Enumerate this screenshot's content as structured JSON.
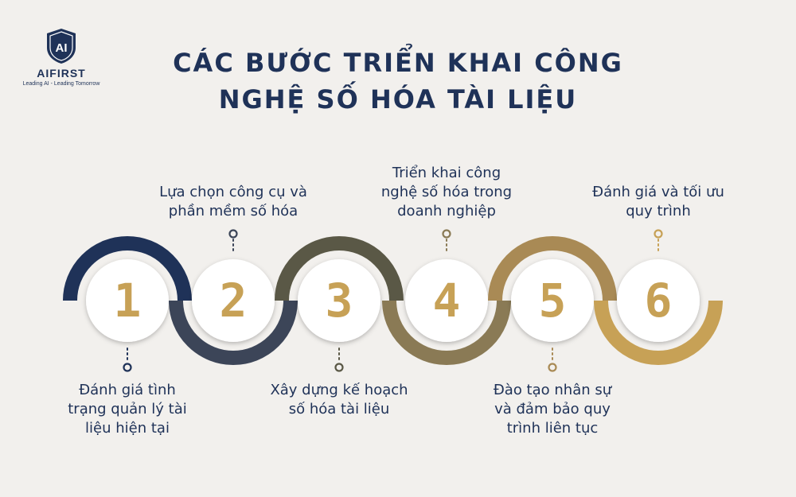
{
  "logo": {
    "mark": "AI",
    "name": "AIFIRST",
    "tagline": "Leading AI - Leading Tomorrow"
  },
  "title": {
    "line1": "CÁC BƯỚC TRIỂN KHAI CÔNG",
    "line2": "NGHỆ SỐ HÓA TÀI LIỆU"
  },
  "colors": {
    "navy": "#1f3258",
    "slate": "#3c4558",
    "olive": "#5a5846",
    "khaki": "#8a7a55",
    "tan": "#a98a55",
    "gold": "#c7a156",
    "background": "#f2f0ed"
  },
  "steps": [
    {
      "number": "1",
      "lines": [
        "Đánh giá tình",
        "trạng quản lý tài",
        "liệu hiện tại"
      ]
    },
    {
      "number": "2",
      "lines": [
        "Lựa chọn công cụ và",
        "phần mềm số hóa"
      ]
    },
    {
      "number": "3",
      "lines": [
        "Xây dựng kế hoạch",
        "số hóa tài liệu"
      ]
    },
    {
      "number": "4",
      "lines": [
        "Triển khai công",
        "nghệ số hóa trong",
        "doanh nghiệp"
      ]
    },
    {
      "number": "5",
      "lines": [
        "Đào tạo nhân sự",
        "và đảm bảo quy",
        "trình liên tục"
      ]
    },
    {
      "number": "6",
      "lines": [
        "Đánh giá và tối ưu",
        "quy trình"
      ]
    }
  ]
}
